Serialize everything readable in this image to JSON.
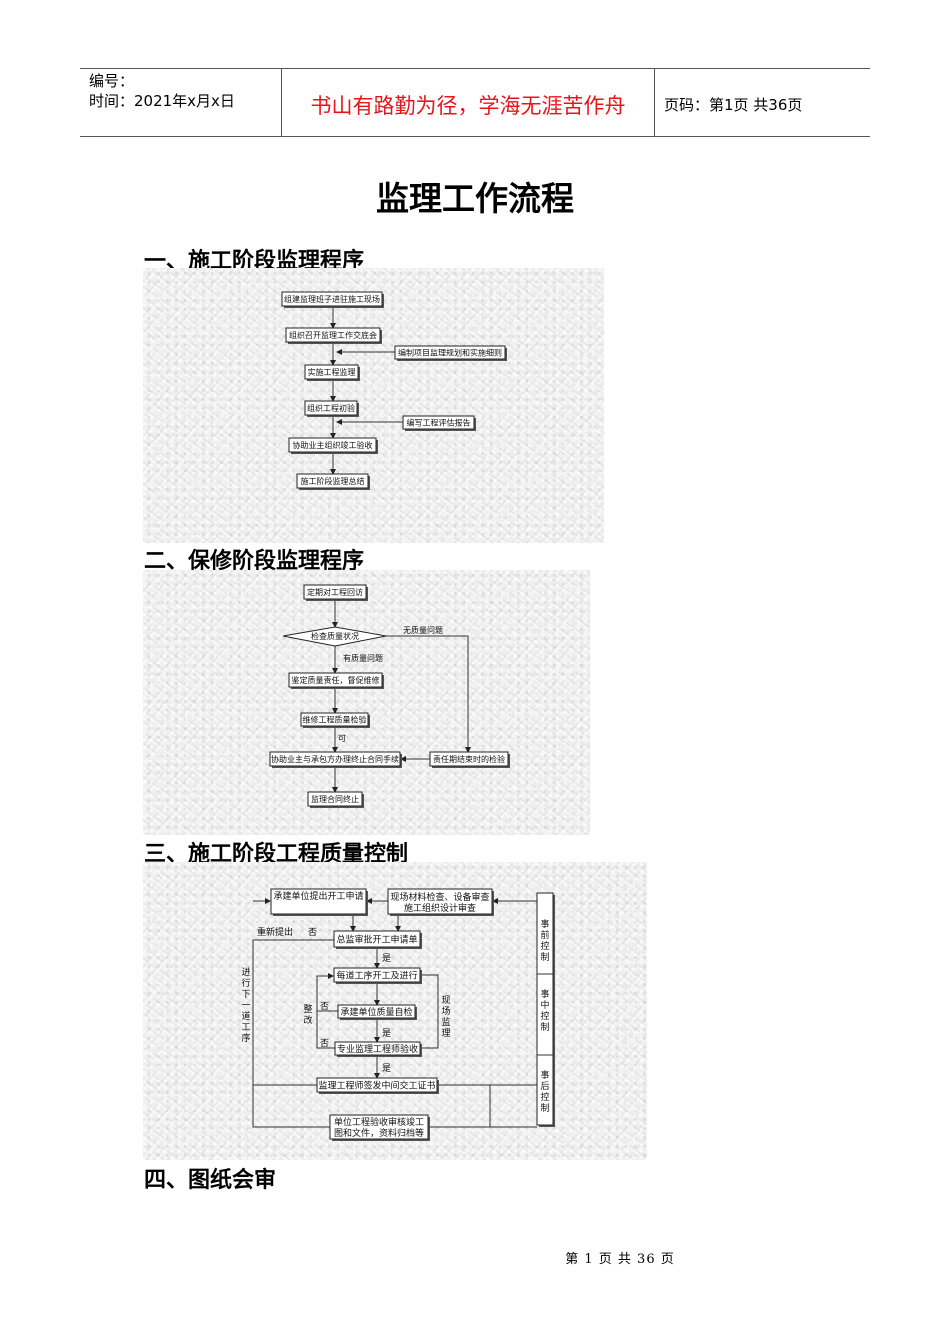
{
  "header": {
    "number_label": "编号：",
    "time": "时间：2021年x月x日",
    "motto": "书山有路勤为径，学海无涯苦作舟",
    "page_info": "页码：第1页  共36页"
  },
  "title": "监理工作流程",
  "sections": [
    "一、施工阶段监理程序",
    "二、保修阶段监理程序",
    "三、施工阶段工程质量控制",
    "四、图纸会审"
  ],
  "diagram1": {
    "nodes": [
      "组建监理班子进驻施工现场",
      "组织召开监理工作交底会",
      "实施工程监理",
      "组织工程初验",
      "协助业主组织竣工验收",
      "施工阶段监理总结"
    ],
    "side": [
      "编制项目监理规划和实施细则",
      "编写工程评估报告"
    ]
  },
  "diagram2": {
    "nodes": [
      "定期对工程回访",
      "检查质量状况",
      "鉴定质量责任，督促维修",
      "维修工程质量检验",
      "协助业主与承包方办理终止合同手续",
      "责任期结束时的检验",
      "监理合同终止"
    ],
    "labels": {
      "no_problem": "无质量问题",
      "has_problem": "有质量问题",
      "ok": "可"
    }
  },
  "diagram3": {
    "nodes": {
      "apply": "承建单位提出开工申请",
      "check1": "现场材料检查、设备审查",
      "check2": "施工组织设计审查",
      "approve": "总监审批开工申请单",
      "process": "每道工序开工及进行",
      "selfcheck": "承建单位质量自检",
      "accept": "专业监理工程师验收",
      "cert": "监理工程师签发中间交工证书",
      "final1": "单位工程验收审核竣工",
      "final2": "图和文件，资料归档等"
    },
    "labels": {
      "resubmit": "重新提出",
      "no": "否",
      "yes": "是",
      "rectify": [
        "整",
        "改"
      ],
      "site": [
        "现",
        "场",
        "监",
        "理"
      ],
      "next": [
        "进",
        "行",
        "下",
        "一",
        "道",
        "工",
        "序"
      ]
    },
    "control": {
      "before": [
        "事",
        "前",
        "控",
        "制"
      ],
      "during": [
        "事",
        "中",
        "控",
        "制"
      ],
      "after": [
        "事",
        "后",
        "控",
        "制"
      ]
    }
  },
  "footer": "第 1 页 共 36 页"
}
